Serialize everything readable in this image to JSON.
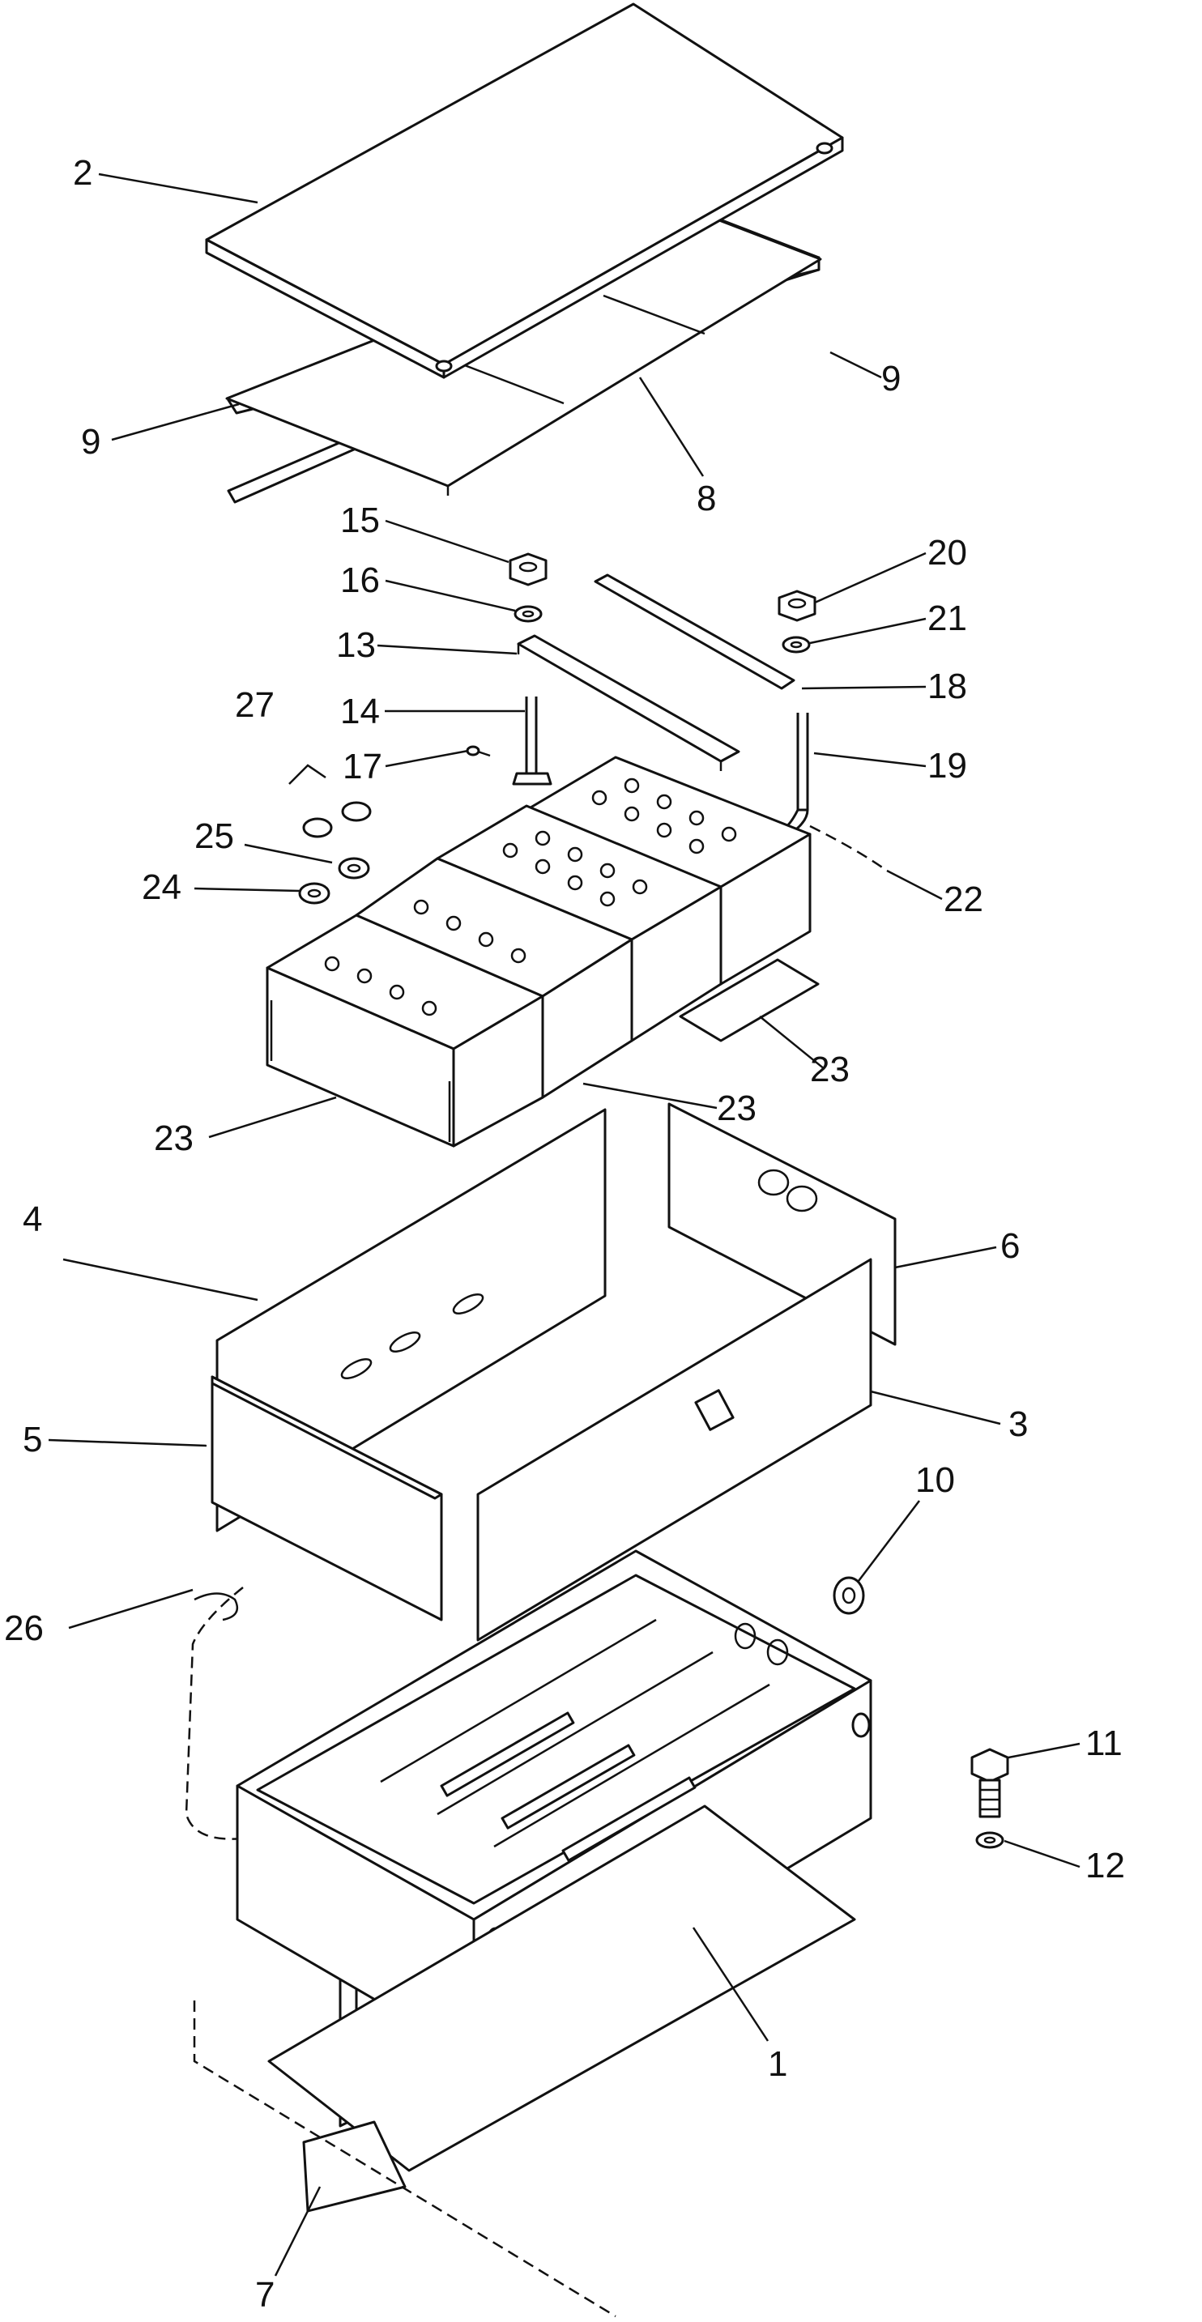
{
  "diagram": {
    "callouts": {
      "c1": "1",
      "c2": "2",
      "c3": "3",
      "c4": "4",
      "c5": "5",
      "c6": "6",
      "c7": "7",
      "c8": "8",
      "c9a": "9",
      "c9b": "9",
      "c10": "10",
      "c11": "11",
      "c12": "12",
      "c13": "13",
      "c14": "14",
      "c15": "15",
      "c16": "16",
      "c17": "17",
      "c18": "18",
      "c19": "19",
      "c20": "20",
      "c21": "21",
      "c22": "22",
      "c23a": "23",
      "c23b": "23",
      "c23c": "23",
      "c24": "24",
      "c25": "25",
      "c26": "26",
      "c27": "27"
    }
  }
}
